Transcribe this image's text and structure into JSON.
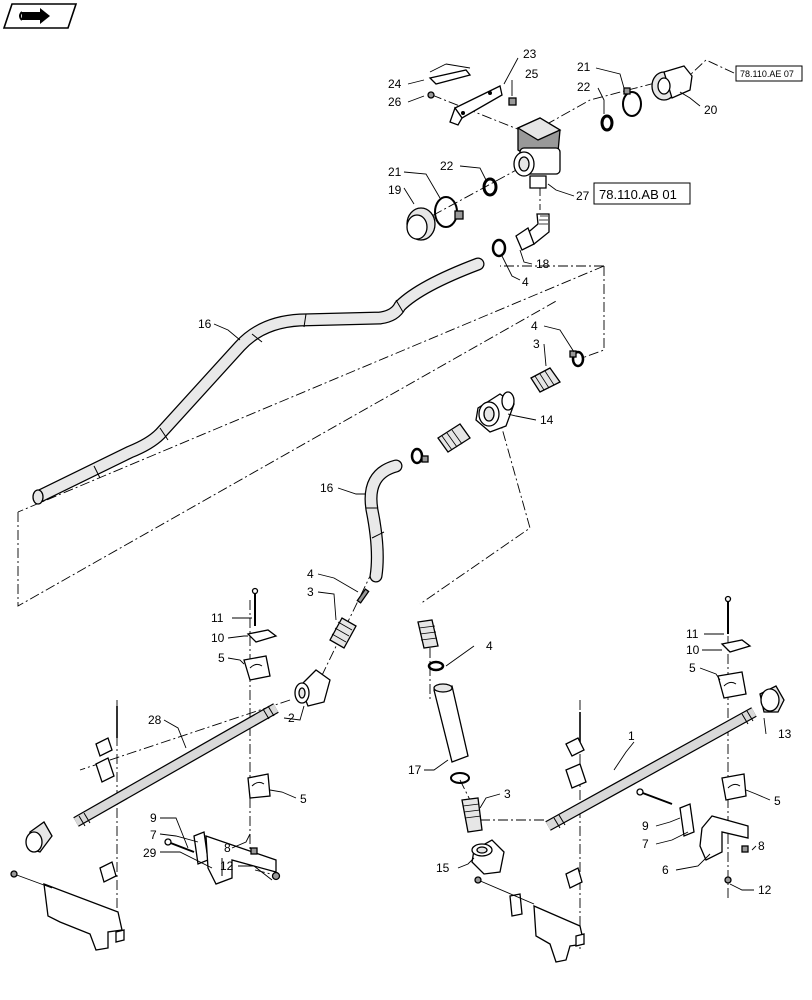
{
  "nav_icon": {
    "name": "book-arrow-icon"
  },
  "refs": {
    "ref_ae07": "78.110.AE 07",
    "ref_ab01": "78.110.AB 01"
  },
  "callouts": {
    "c23": "23",
    "c24": "24",
    "c25": "25",
    "c26": "26",
    "c21a": "21",
    "c22a": "22",
    "c20": "20",
    "c21b": "21",
    "c22b": "22",
    "c19": "19",
    "c27": "27",
    "c18": "18",
    "c4a": "4",
    "c16a": "16",
    "c4b": "4",
    "c3a": "3",
    "c14": "14",
    "c16b": "16",
    "c4c": "4",
    "c3b": "3",
    "c11a": "11",
    "c10a": "10",
    "c5a": "5",
    "c28": "28",
    "c2": "2",
    "c5b": "5",
    "c9a": "9",
    "c7a": "7",
    "c29": "29",
    "c8a": "8",
    "c12a": "12",
    "c4d": "4",
    "c17": "17",
    "c3c": "3",
    "c15": "15",
    "c11b": "11",
    "c10b": "10",
    "c5c": "5",
    "c13": "13",
    "c1": "1",
    "c5d": "5",
    "c9b": "9",
    "c7b": "7",
    "c6": "6",
    "c8b": "8",
    "c12b": "12"
  }
}
